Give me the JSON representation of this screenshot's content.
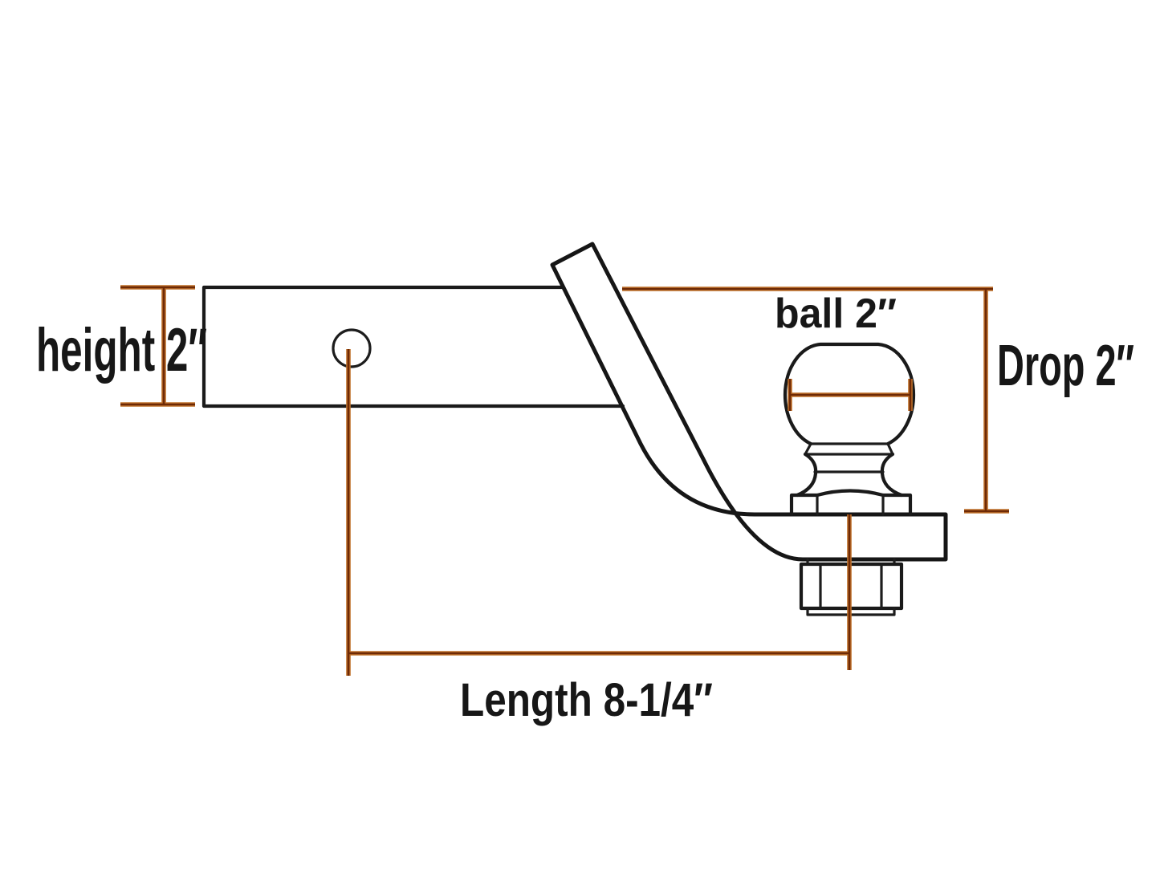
{
  "figure": {
    "kind": "technical-dimension-diagram",
    "subject": "trailer hitch ball mount side view"
  },
  "labels": {
    "height": "height 2″",
    "ball": "ball 2″",
    "drop": "Drop 2″",
    "length": "Length 8-1/4″"
  },
  "dimension_values": {
    "shank_height": "2″",
    "ball_diameter": "2″",
    "drop": "2″",
    "length": "8-1/4″"
  },
  "colors": {
    "background": "#ffffff",
    "part_outline": "#1a1a1a",
    "dimension_line_core": "#6e2a06",
    "dimension_line_glow": "#c0722c",
    "label_text": "#171717"
  }
}
